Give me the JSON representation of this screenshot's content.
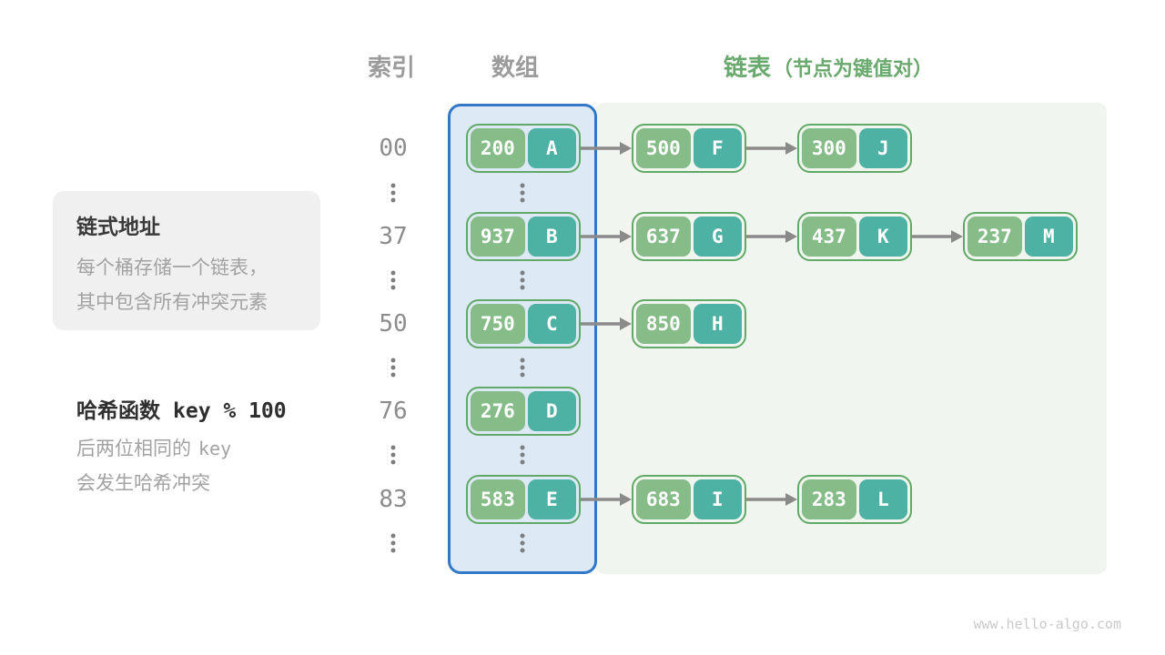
{
  "headers": {
    "index": "索引",
    "array": "数组",
    "linked_list": "链表",
    "linked_list_note": "（节点为键值对）"
  },
  "info_box": {
    "title": "链式地址",
    "line1": "每个桶存储一个链表，",
    "line2": "其中包含所有冲突元素"
  },
  "hash_note": {
    "title_prefix": "哈希函数",
    "title_code": "key % 100",
    "line1_text": "后两位相同的",
    "line1_code": "key",
    "line2_text": "会发生哈希冲突"
  },
  "ellipsis_glyph": "⋮",
  "rows": [
    {
      "index": "00",
      "nodes": [
        {
          "key": "200",
          "value": "A"
        },
        {
          "key": "500",
          "value": "F"
        },
        {
          "key": "300",
          "value": "J"
        }
      ]
    },
    {
      "index": "37",
      "nodes": [
        {
          "key": "937",
          "value": "B"
        },
        {
          "key": "637",
          "value": "G"
        },
        {
          "key": "437",
          "value": "K"
        },
        {
          "key": "237",
          "value": "M"
        }
      ]
    },
    {
      "index": "50",
      "nodes": [
        {
          "key": "750",
          "value": "C"
        },
        {
          "key": "850",
          "value": "H"
        }
      ]
    },
    {
      "index": "76",
      "nodes": [
        {
          "key": "276",
          "value": "D"
        }
      ]
    },
    {
      "index": "83",
      "nodes": [
        {
          "key": "583",
          "value": "E"
        },
        {
          "key": "683",
          "value": "I"
        },
        {
          "key": "283",
          "value": "L"
        }
      ]
    }
  ],
  "watermark": "www.hello-algo.com",
  "colors": {
    "header_gray": "#9b9b9b",
    "header_green": "#6aa96d",
    "array_panel_bg": "#ddeaf6",
    "array_panel_border": "#3178c6",
    "list_panel_bg": "#f0f6ef",
    "node_border_green": "#61a966",
    "key_cell_green": "#85bc87",
    "value_cell_teal": "#4db1a4",
    "arrow_gray": "#8a8a8a",
    "info_box_bg": "#f0f0f0",
    "muted_text": "#a2a2a2",
    "dark_text": "#2f2f2f",
    "index_text": "#8c8c8c",
    "watermark_text": "#c9c9c9"
  }
}
